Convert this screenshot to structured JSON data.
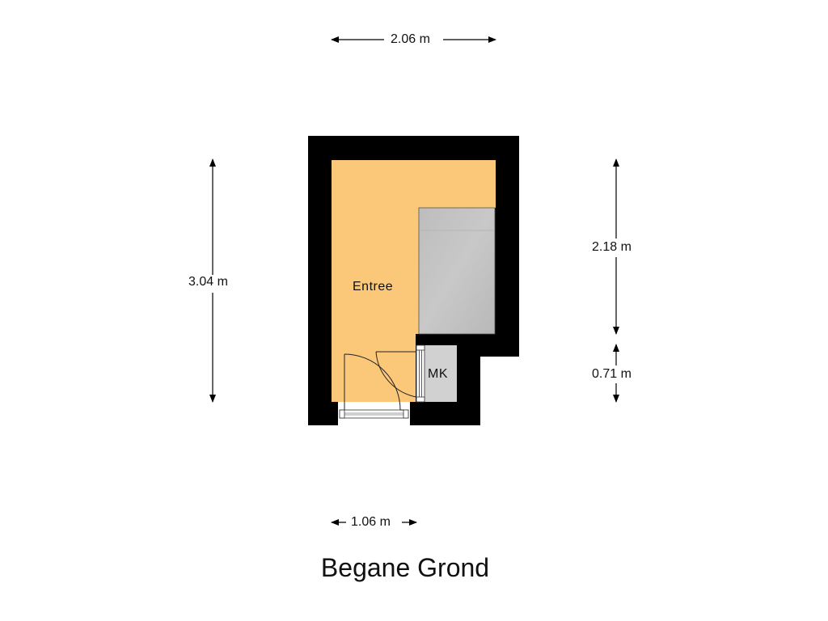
{
  "floor": {
    "title": "Begane Grond",
    "rooms": [
      {
        "name": "Entree",
        "color": "#fbc879"
      },
      {
        "name": "MK",
        "color": "#d1d1d1"
      }
    ],
    "stairs": {
      "color": "#c2c2c2"
    },
    "wall_color": "#000000"
  },
  "dimensions": {
    "top_width": "2.06 m",
    "left_height": "3.04 m",
    "right_upper_height": "2.18 m",
    "right_lower_height": "0.71 m",
    "bottom_width": "1.06 m"
  }
}
